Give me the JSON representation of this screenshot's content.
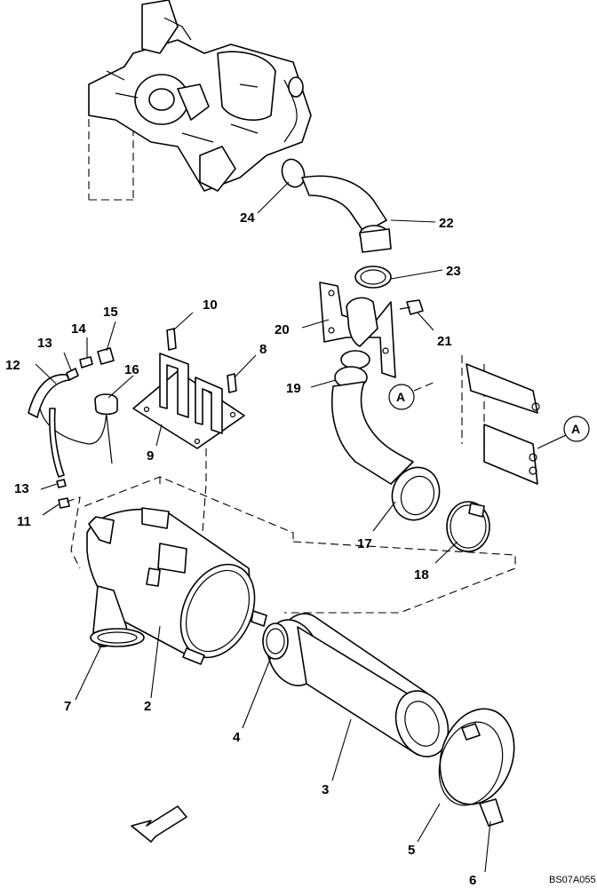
{
  "labels": {
    "p2": "2",
    "p3": "3",
    "p4": "4",
    "p5": "5",
    "p6": "6",
    "p7": "7",
    "p8": "8",
    "p9": "9",
    "p10": "10",
    "p11": "11",
    "p12": "12",
    "p13a": "13",
    "p13b": "13",
    "p14": "14",
    "p15": "15",
    "p16": "16",
    "p17": "17",
    "p18": "18",
    "p19": "19",
    "p20": "20",
    "p21": "21",
    "p22": "22",
    "p23": "23",
    "p24": "24"
  },
  "refs": {
    "a1": "A",
    "a2": "A"
  },
  "drawing_code": "BS07A055"
}
